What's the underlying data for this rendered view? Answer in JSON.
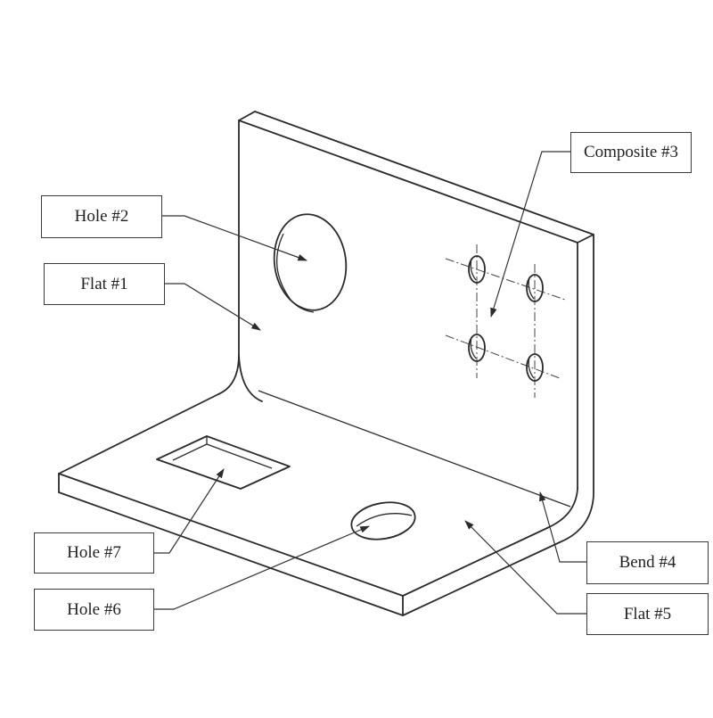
{
  "title": "",
  "colors": {
    "line": "#2b2b2b",
    "background": "#ffffff",
    "label_border": "#3a3a3a"
  },
  "callouts": {
    "hole2": "Hole #2",
    "flat1": "Flat #1",
    "composite3": "Composite #3",
    "hole7": "Hole #7",
    "hole6": "Hole #6",
    "bend4": "Bend #4",
    "flat5": "Flat #5"
  }
}
